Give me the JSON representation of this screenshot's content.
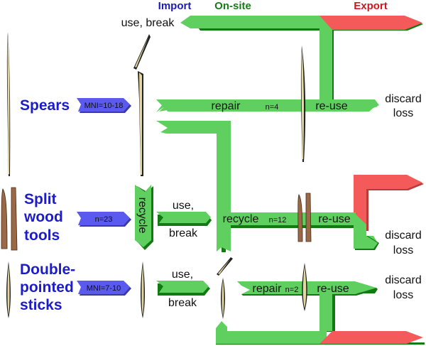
{
  "headers": {
    "import": "Import",
    "onsite": "On-site",
    "export": "Export"
  },
  "colors": {
    "import": "#1a1ab8",
    "onsite": "#1a7a1a",
    "export": "#d4141e",
    "flow_green": "#5fd05f",
    "flow_green_shadow": "#127a12",
    "flow_red": "#f55a5a",
    "tag_blue": "#5a5af0",
    "wood_light": "#e6d7a0",
    "wood_brown": "#9a6a48"
  },
  "categories": [
    {
      "name_lines": [
        "Spears"
      ],
      "count": "MNI=10-18"
    },
    {
      "name_lines": [
        "Split",
        "wood",
        "tools"
      ],
      "count": "n=23"
    },
    {
      "name_lines": [
        "Double-",
        "pointed",
        "sticks"
      ],
      "count": "MNI=7-10"
    }
  ],
  "flows": {
    "top_use_break": "use, break",
    "spears_repair": "repair",
    "spears_repair_n": "n=4",
    "spears_reuse": "re-use",
    "recycle_vertical": "recycle",
    "split_use": "use,",
    "split_break": "break",
    "split_recycle": "recycle",
    "split_recycle_n": "n=12",
    "split_reuse": "re-use",
    "dps_use": "use,",
    "dps_break": "break",
    "dps_repair": "repair",
    "dps_repair_n": "n=2",
    "dps_reuse": "re-use"
  },
  "outcomes": [
    {
      "line1": "discard",
      "line2": "loss"
    },
    {
      "line1": "discard",
      "line2": "loss"
    },
    {
      "line1": "discard",
      "line2": "loss"
    }
  ]
}
